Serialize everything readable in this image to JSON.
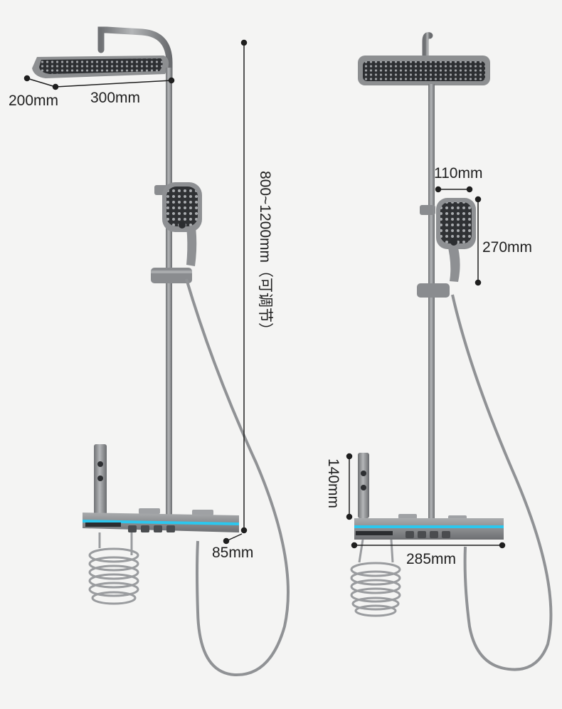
{
  "dimensions": {
    "head_depth": "200mm",
    "head_width": "300mm",
    "height_range": "800~1200mm（可调节）",
    "shelf_depth": "85mm",
    "hand_shower_width": "110mm",
    "hand_shower_height": "270mm",
    "spout_height": "140mm",
    "shelf_width": "285mm"
  },
  "colors": {
    "background": "#f4f4f3",
    "metal": "#8d8f91",
    "metal_dark": "#5b5d60",
    "nozzle_face": "#3a3c3f",
    "accent_light": "#2cc7ee",
    "dimension_line": "#1f1f1f"
  }
}
